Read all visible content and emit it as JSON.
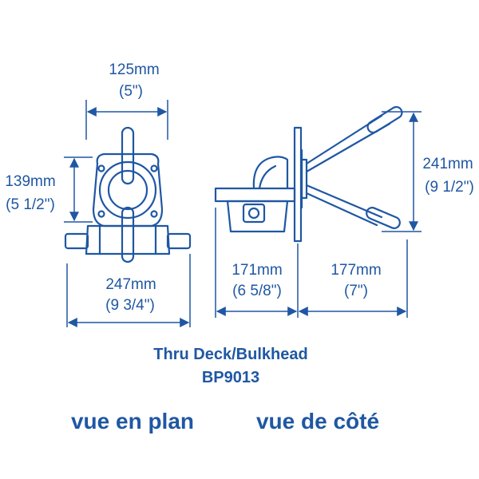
{
  "dimensions": {
    "top_width_mm": "125mm",
    "top_width_in": "(5\")",
    "left_height_mm": "139mm",
    "left_height_in": "(5 1/2\")",
    "bottom_width_mm": "247mm",
    "bottom_width_in": "(9 3/4\")",
    "side_left_mm": "171mm",
    "side_left_in": "(6 5/8\")",
    "side_right_mm": "177mm",
    "side_right_in": "(7\")",
    "side_height_mm": "241mm",
    "side_height_in": "(9 1/2\")"
  },
  "title": "Thru Deck/Bulkhead",
  "model": "BP9013",
  "view_labels": {
    "plan": "vue en plan",
    "side": "vue de côté"
  },
  "colors": {
    "line": "#1f57a3",
    "background": "#ffffff"
  }
}
